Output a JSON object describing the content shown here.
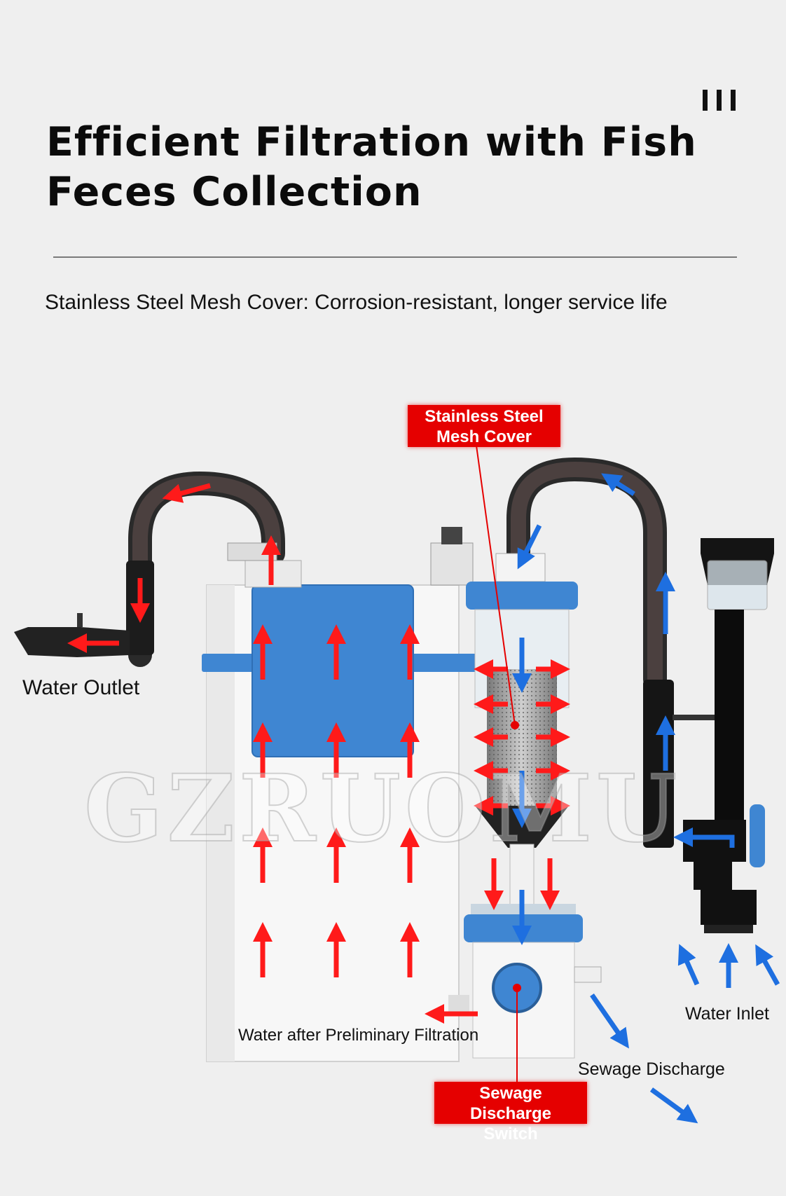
{
  "header": {
    "title": "Efficient Filtration with Fish Feces Collection",
    "subtitle": "Stainless Steel Mesh Cover: Corrosion-resistant, longer service life",
    "menu_icon": "menu-icon"
  },
  "callouts": {
    "mesh_cover_line1": "Stainless Steel",
    "mesh_cover_line2": "Mesh Cover",
    "sewage_switch_line1": "Sewage Discharge",
    "sewage_switch_line2": "Switch"
  },
  "labels": {
    "water_outlet": "Water Outlet",
    "water_inlet": "Water Inlet",
    "sewage_discharge": "Sewage Discharge",
    "preliminary_filtration": "Water after Preliminary Filtration"
  },
  "watermark": "GZRUOMU",
  "colors": {
    "callout_red": "#e50000",
    "flow_red": "#ff1a1a",
    "flow_blue": "#1e6fe0",
    "tank_blue": "#3f86d2"
  }
}
